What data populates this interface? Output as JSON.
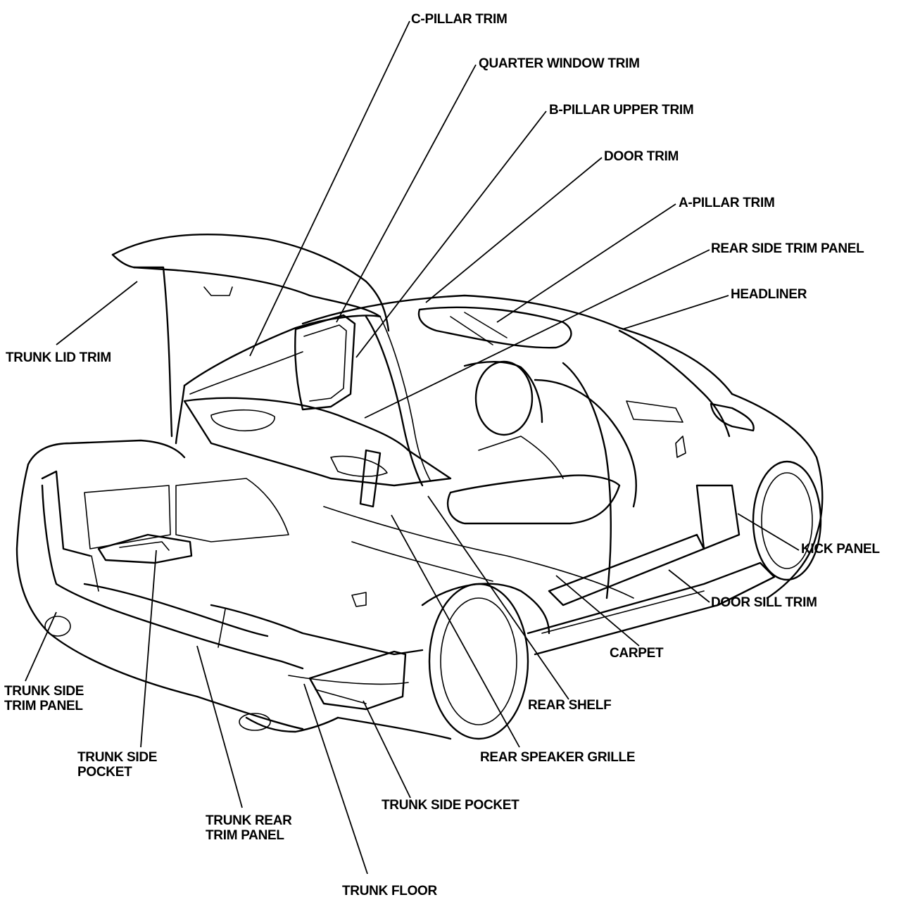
{
  "labels": {
    "c_pillar_trim": "C-PILLAR TRIM",
    "quarter_window_trim": "QUARTER WINDOW TRIM",
    "b_pillar_upper_trim": "B-PILLAR UPPER TRIM",
    "door_trim": "DOOR TRIM",
    "a_pillar_trim": "A-PILLAR TRIM",
    "rear_side_trim_panel": "REAR SIDE TRIM PANEL",
    "headliner": "HEADLINER",
    "trunk_lid_trim": "TRUNK LID TRIM",
    "kick_panel": "KICK PANEL",
    "door_sill_trim": "DOOR SILL TRIM",
    "carpet": "CARPET",
    "rear_shelf": "REAR SHELF",
    "rear_speaker_grille": "REAR SPEAKER GRILLE",
    "trunk_side_pocket_right": "TRUNK SIDE POCKET",
    "trunk_side_trim_panel_line1": "TRUNK SIDE",
    "trunk_side_trim_panel_line2": "TRIM PANEL",
    "trunk_side_pocket_left_line1": "TRUNK SIDE",
    "trunk_side_pocket_left_line2": "POCKET",
    "trunk_rear_trim_panel_line1": "TRUNK REAR",
    "trunk_rear_trim_panel_line2": "TRIM PANEL",
    "trunk_floor": "TRUNK FLOOR"
  }
}
